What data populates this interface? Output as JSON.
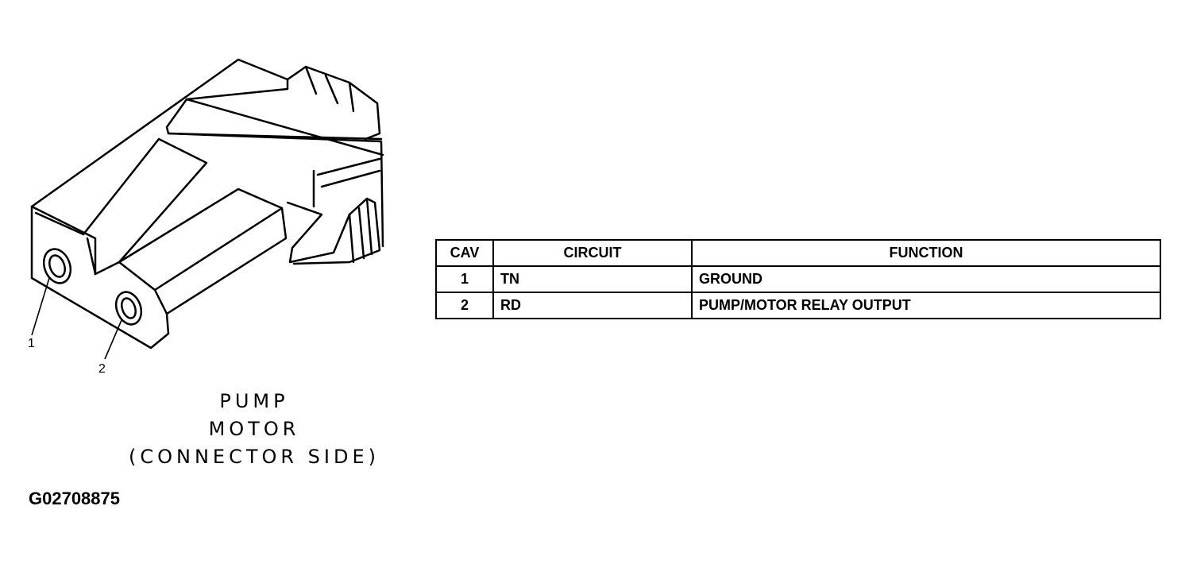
{
  "caption": {
    "line1": "PUMP",
    "line2": "MOTOR",
    "line3": "(CONNECTOR SIDE)"
  },
  "pin_labels": [
    "1",
    "2"
  ],
  "figure_id": "G02708875",
  "table": {
    "headers": [
      "CAV",
      "CIRCUIT",
      "FUNCTION"
    ],
    "rows": [
      [
        "1",
        "TN",
        "GROUND"
      ],
      [
        "2",
        "RD",
        "PUMP/MOTOR RELAY OUTPUT"
      ]
    ]
  }
}
